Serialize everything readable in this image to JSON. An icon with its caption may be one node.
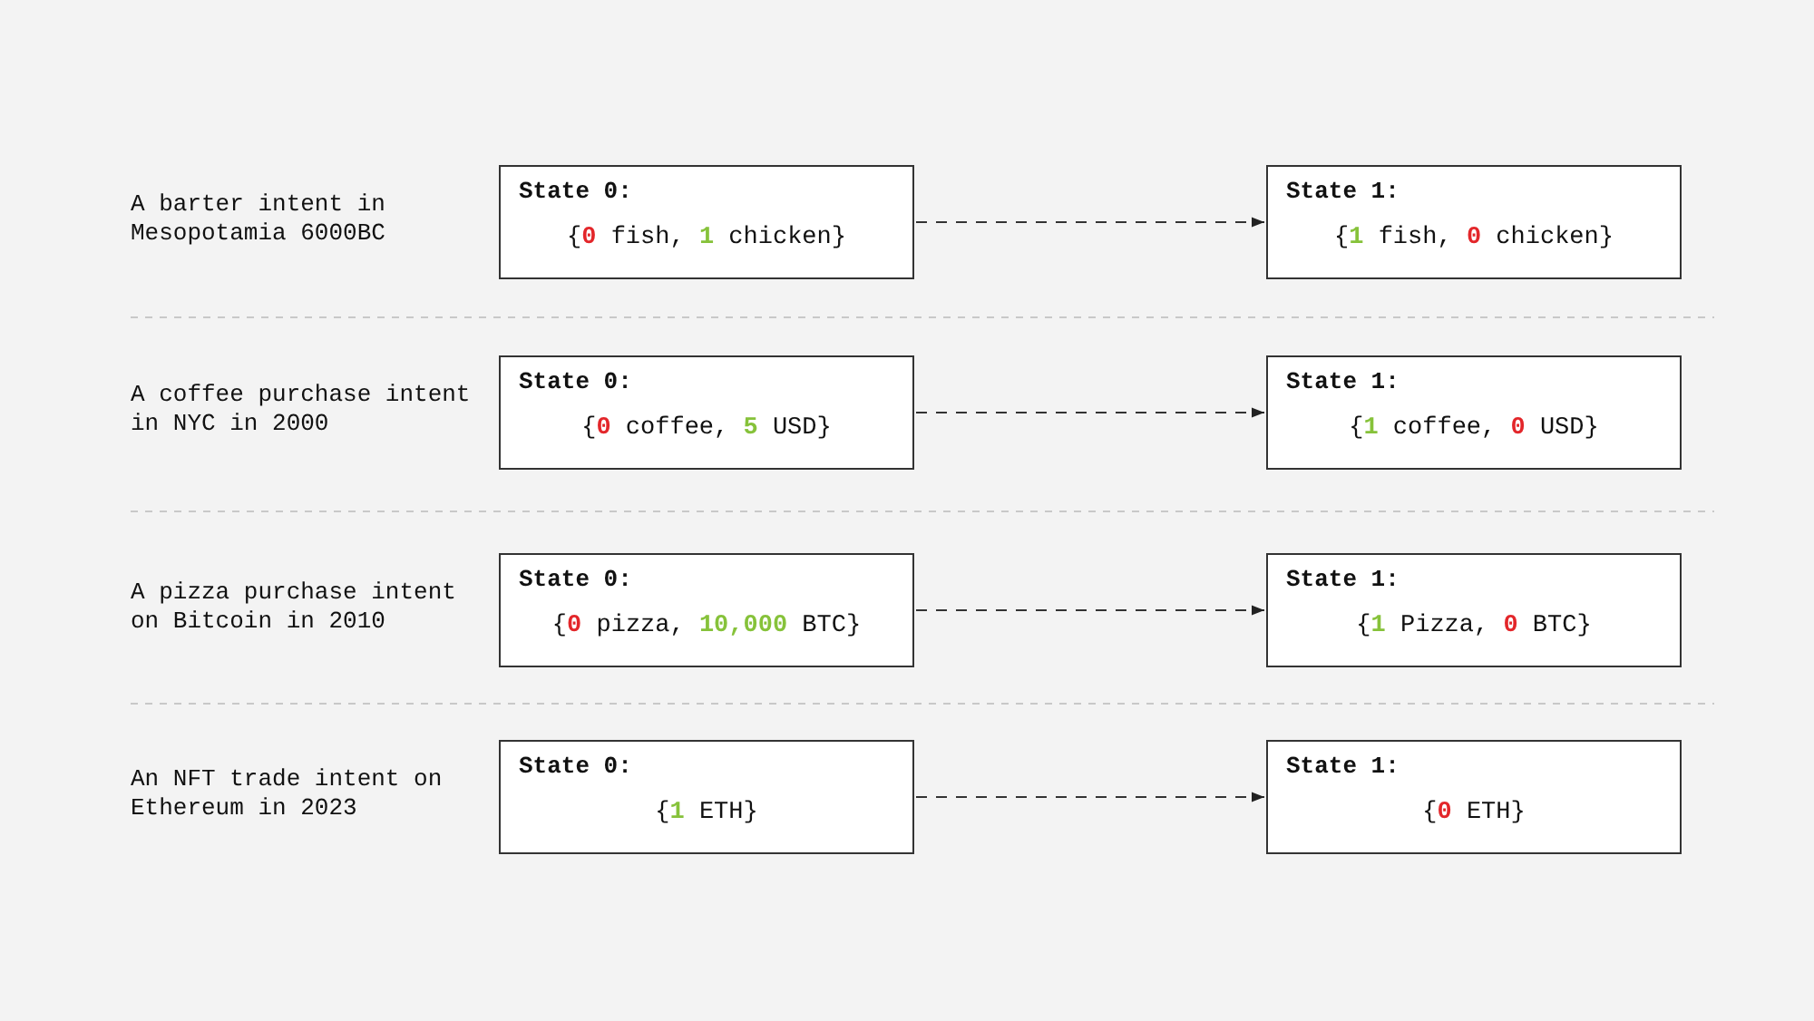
{
  "diagram": {
    "nodes": [
      {
        "text": [
          "State 0:",
          "{0 fish, 1 chicken}"
        ]
      },
      {
        "text": [
          "State 1:",
          "{1 fish, 0 chicken}"
        ]
      },
      {
        "text": [
          "State 0:",
          "{0 coffee, 5 USD}"
        ]
      },
      {
        "text": [
          "State 1:",
          "{1 coffee, 0 USD}"
        ]
      },
      {
        "text": [
          "State 0:",
          "{0 pizza, 10,000 BTC}"
        ]
      },
      {
        "text": [
          "State 1:",
          "{1 Pizza, 0 BTC}"
        ]
      },
      {
        "text": [
          "State 0:",
          "{1 ETH}"
        ]
      },
      {
        "text": [
          "State 1:",
          "{0 ETH}"
        ]
      }
    ],
    "edges": [
      {
        "from": 0,
        "to": 1,
        "arrow": "to",
        "style": "dashed"
      },
      {
        "from": 2,
        "to": 3,
        "arrow": "to",
        "style": "dashed"
      },
      {
        "from": 4,
        "to": 5,
        "arrow": "to",
        "style": "dashed"
      },
      {
        "from": 6,
        "to": 7,
        "arrow": "to",
        "style": "dashed"
      }
    ],
    "labels": [
      "A barter intent in Mesopotamia 6000BC",
      "A coffee purchase intent in NYC in 2000",
      "A pizza purchase intent on Bitcoin in 2010",
      "An NFT trade intent on Ethereum in 2023"
    ]
  }
}
